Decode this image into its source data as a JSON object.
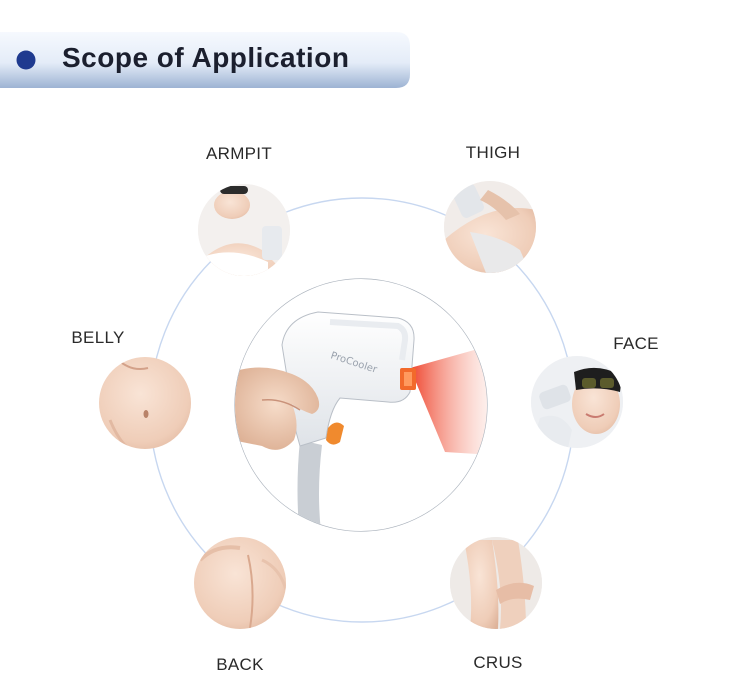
{
  "header": {
    "title": "Scope of Application"
  },
  "body_areas": [
    {
      "id": "armpit",
      "label": "ARMPIT"
    },
    {
      "id": "thigh",
      "label": "THIGH"
    },
    {
      "id": "belly",
      "label": "BELLY"
    },
    {
      "id": "face",
      "label": "FACE"
    },
    {
      "id": "back",
      "label": "BACK"
    },
    {
      "id": "crus",
      "label": "CRUS"
    }
  ],
  "device": {
    "brand_text": "ProCooler"
  },
  "colors": {
    "accent_dot": "#1f3a8f",
    "banner_light": "#eef3fb",
    "banner_dark": "#8fa6c8",
    "ring": "#c7d7f0",
    "laser": "#e8412a",
    "handle_tip": "#f08a2e"
  }
}
